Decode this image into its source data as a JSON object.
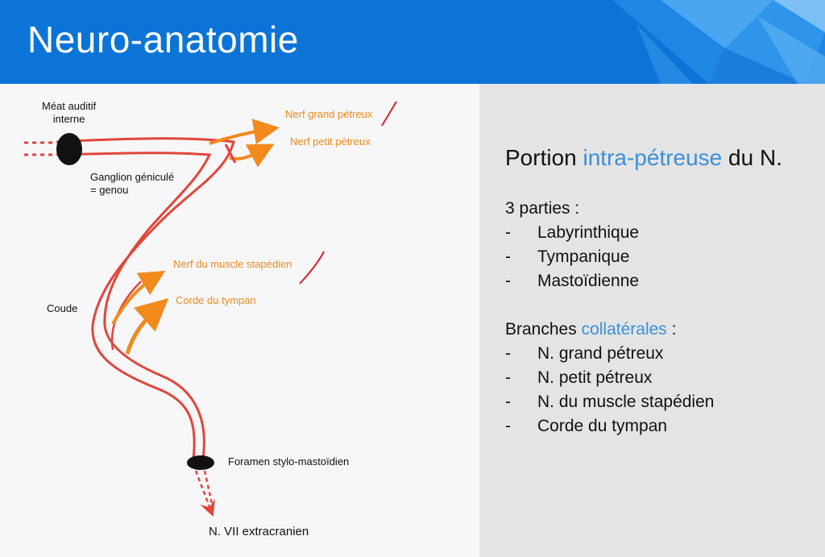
{
  "header": {
    "title": "Neuro-anatomie",
    "background_color": "#0b74d6"
  },
  "diagram": {
    "labels": {
      "meatus": "Méat auditif\ninterne",
      "ganglion": "Ganglion géniculé\n= genou",
      "greater_petrosal": "Nerf grand pétreux",
      "lesser_petrosal": "Nerf petit pétreux",
      "stapedius": "Nerf du muscle stapédien",
      "chorda": "Corde du tympan",
      "coude": "Coude",
      "foramen": "Foramen stylo-mastoïdien",
      "extracranial": "N. VII extracranien"
    },
    "colors": {
      "nerve": "#e2453a",
      "branch": "#f28a1e",
      "foramen": "#111111"
    }
  },
  "content": {
    "heading": {
      "prefix": "Portion ",
      "accent": "intra-pétreuse",
      "suffix": " du N."
    },
    "parts_title": "3 parties :",
    "parts": [
      "Labyrinthique",
      "Tympanique",
      "Mastoïdienne"
    ],
    "branches_title_accent": "collatérales",
    "branches_title_prefix": "Branches ",
    "branches_title_suffix": " :",
    "branches": [
      "N. grand pétreux",
      "N. petit pétreux",
      "N. du muscle stapédien",
      "Corde du tympan"
    ],
    "bullet": "-",
    "accent_color": "#3b8fd9"
  }
}
